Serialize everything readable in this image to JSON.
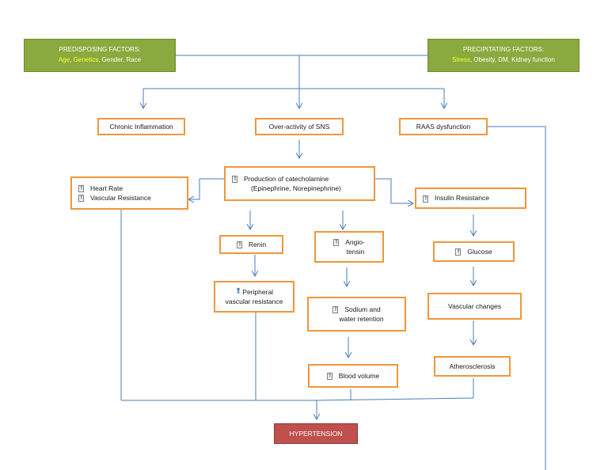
{
  "up_arrow_glyph": "⇑",
  "predisposing": {
    "title": "PREDISPOSING FACTORS:",
    "factors": [
      "Age",
      ", ",
      "Genetics",
      ", Gender, Race"
    ]
  },
  "precipitating": {
    "title": "PRECIPITATING FACTORS:",
    "factors": [
      "Stress",
      ", Obesity, DM, Kidney function"
    ]
  },
  "nodes": {
    "chronic_inflammation": "Chronic Inflammation",
    "sns": "Over-activity of SNS",
    "raas": "RAAS dysfunction",
    "heart_rate": "Heart Rate",
    "vascular_resistance": "Vascular Resistance",
    "catecholamine_1": "Production of catecholamine",
    "catecholamine_2": "(Epinephrine, Norepinephrine)",
    "insulin_resistance": "Insulin Resistance",
    "renin": "Renin",
    "angiotensin_1": "Angio-",
    "angiotensin_2": "tensin",
    "glucose": "Glucose",
    "peripheral_1": "Peripheral",
    "peripheral_2": "vascular resistance",
    "sodium_1": "Sodium and",
    "sodium_2": "water retention",
    "vascular_changes": "Vascular changes",
    "blood_volume": "Blood volume",
    "atherosclerosis": "Atherosclerosis",
    "hypertension": "HYPERTENSION"
  },
  "colors": {
    "green_fill": "#8aa93e",
    "highlight_text": "#ffff33",
    "box_border": "#f0963c",
    "arrow": "#4a7ebb",
    "hypertension_fill": "#c0504d"
  }
}
